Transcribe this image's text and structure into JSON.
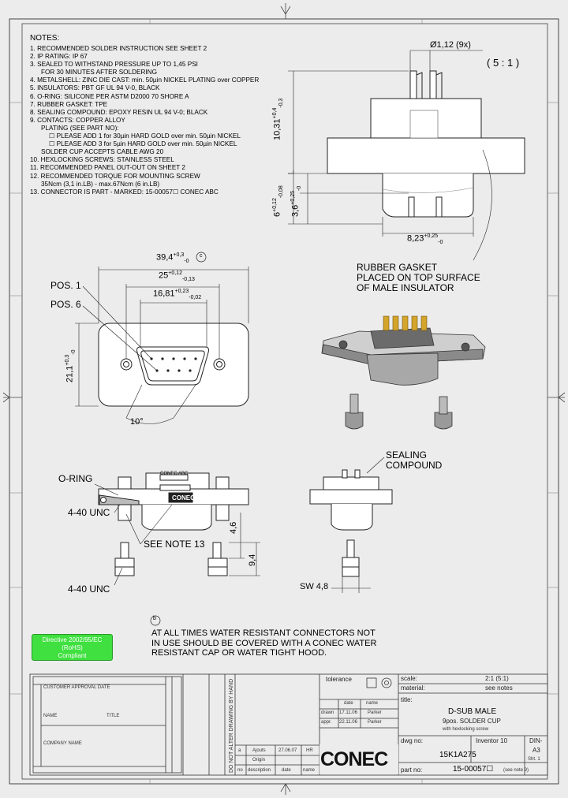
{
  "notes": {
    "title": "NOTES:",
    "lines": [
      {
        "text": "1. RECOMMENDED SOLDER INSTRUCTION SEE SHEET 2",
        "indent": 0
      },
      {
        "text": "2. IP RATING: IP 67",
        "indent": 0
      },
      {
        "text": "3. SEALED TO WITHSTAND PRESSURE UP TO 1,45 PSI",
        "indent": 0
      },
      {
        "text": "FOR 30 MINUTES AFTER SOLDERING",
        "indent": 1
      },
      {
        "text": "4. METALSHELL: ZINC DIE CAST: min. 50µin NICKEL PLATING over COPPER",
        "indent": 0
      },
      {
        "text": "5. INSULATORS: PBT GF UL 94 V-0, BLACK",
        "indent": 0
      },
      {
        "text": "6. O-RING: SILICONE PER ASTM D2000  70 SHORE A",
        "indent": 0
      },
      {
        "text": "7. RUBBER GASKET: TPE",
        "indent": 0
      },
      {
        "text": "8. SEALING COMPOUND: EPOXY RESIN UL 94 V-0; BLACK",
        "indent": 0
      },
      {
        "text": "9. CONTACTS: COPPER ALLOY",
        "indent": 0
      },
      {
        "text": "PLATING (SEE PART NO):",
        "indent": 1
      },
      {
        "text": "☐ PLEASE ADD 1 for 30µin HARD GOLD over min. 50µin NICKEL",
        "indent": 2
      },
      {
        "text": "☐ PLEASE ADD 3 for 5µin HARD GOLD over min. 50µin NICKEL",
        "indent": 2
      },
      {
        "text": "SOLDER CUP ACCEPTS CABLE AWG 20",
        "indent": 1
      },
      {
        "text": "10. HEXLOCKING SCREWS: STAINLESS STEEL",
        "indent": 0
      },
      {
        "text": "11. RECOMMENDED PANEL OUT-OUT ON SHEET 2",
        "indent": 0
      },
      {
        "text": "12. RECOMMENDED TORQUE FOR MOUNTING SCREW",
        "indent": 0
      },
      {
        "text": "35Ncm (3,1 in.LB) - max.67Ncm (6 in.LB)",
        "indent": 1
      },
      {
        "text": "13. CONNECTOR IS PART - MARKED: 15-00057☐ CONEC ABC",
        "indent": 0
      }
    ]
  },
  "dims": {
    "pin_dia": "Ø1,12 (9x)",
    "scale": "( 5 : 1 )",
    "h1": "10,31",
    "h1_tol_up": "+0,4",
    "h1_tol_dn": "-0,3",
    "h2": "6",
    "h2_tol_up": "+0,12",
    "h2_tol_dn": "-0,08",
    "h3": "3,6",
    "h3_tol_up": "+0,25",
    "h3_tol_dn": "-0",
    "w1": "8,23",
    "w1_tol_up": "+0,25",
    "w1_tol_dn": "-0",
    "len1": "39,4",
    "len1_tol_up": "+0,3",
    "len1_tol_dn": "-0",
    "len2": "25",
    "len2_tol_up": "+0,12",
    "len2_tol_dn": "-0,13",
    "len3": "16,81",
    "len3_tol_up": "+0,23",
    "len3_tol_dn": "-0,02",
    "height": "21,1",
    "height_tol_up": "+0,3",
    "height_tol_dn": "-0",
    "angle": "10°",
    "pos1": "POS. 1",
    "pos6": "POS. 6",
    "oring": "O-RING",
    "unc1": "4-40 UNC",
    "unc2": "4-40 UNC",
    "see_note": "SEE NOTE 13",
    "d46": "4,6",
    "d94": "9,4",
    "sw": "SW 4,8",
    "rubber_gasket": [
      "RUBBER GASKET",
      "PLACED ON TOP SURFACE",
      "OF MALE INSULATOR"
    ],
    "sealing": [
      "SEALING",
      "COMPOUND"
    ],
    "note_c": "c",
    "note_b": "b",
    "marking": "CONEC ABC"
  },
  "warning": {
    "lines": [
      "AT ALL TIMES WATER RESISTANT CONNECTORS NOT",
      "IN USE SHOULD BE COVERED WITH A CONEC WATER",
      "RESISTANT CAP OR WATER TIGHT HOOD."
    ]
  },
  "rohs": {
    "line1": "Directive 2002/95/EC",
    "line2": "(RoHS)",
    "line3": "Compliant"
  },
  "titleblock": {
    "tolerance": "tolerance",
    "scale_label": "scale:",
    "scale_value": "2:1 (5:1)",
    "material_label": "material:",
    "material_value": "see notes",
    "title_label": "title:",
    "title1": "D-SUB MALE",
    "title2": "9pos. SOLDER CUP",
    "title3": "with hexlocking screw",
    "dwg_label": "dwg no:",
    "dwg_value": "15K1A275",
    "inventor": "Inventor 10",
    "din": "DIN-",
    "din_size": "A3",
    "sheet": "Sht. 1",
    "part_label": "part no:",
    "part_value": "15-00057☐",
    "part_note": "(see note 9)",
    "date_label": "date",
    "name_label": "name",
    "drawn_label": "drawn",
    "drawn_date": "17.11.06",
    "drawn_name": "Parker",
    "appr_label": "appr.",
    "appr_date": "22.11.06",
    "appr_name": "Parker",
    "rev_no": "no",
    "rev_desc": "description",
    "rev_date": "date",
    "rev_name": "name",
    "rev_row_idx": "a",
    "rev_row_desc": "Ajouts",
    "rev_row_date": "27.06.07",
    "rev_row_name": "HR",
    "rev_row2_desc": "Origin",
    "logo": "CONEC",
    "do_not_alter": "DO NOT ALTER DRAWING BY HAND",
    "customer": "CUSTOMER APPROVAL DATE",
    "name_field": "NAME",
    "title_field": "TITLE",
    "company_field": "COMPANY NAME"
  }
}
